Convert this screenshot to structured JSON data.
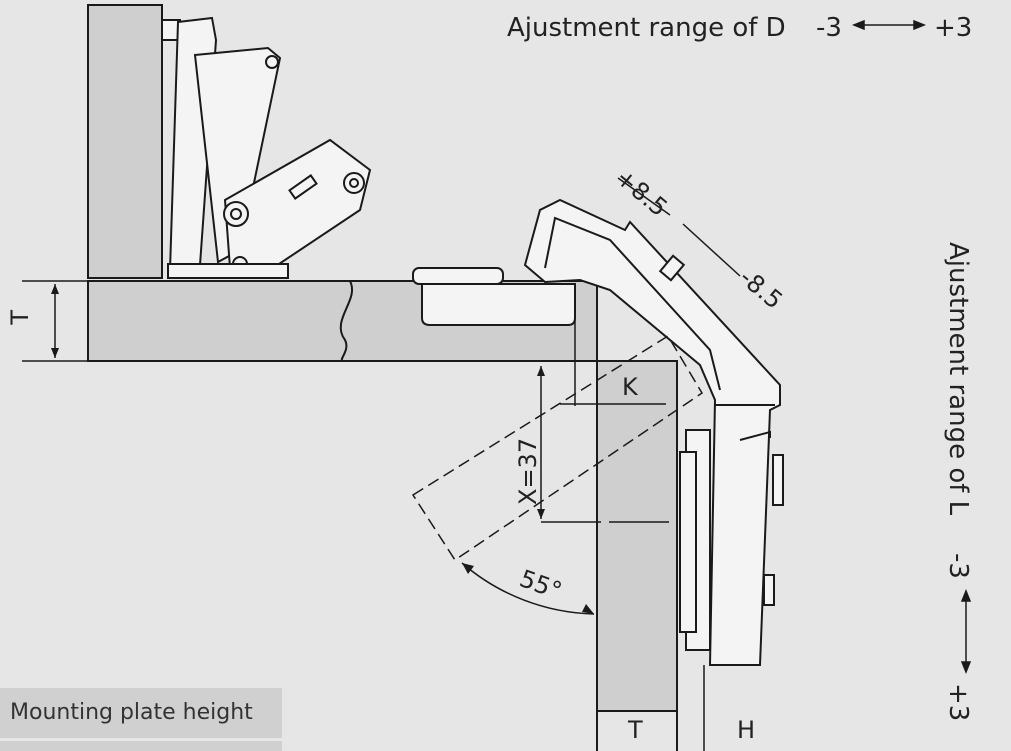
{
  "colors": {
    "background": "#e6e6e6",
    "panel": "#cfcfcf",
    "line": "#1a1a1a",
    "tab": "#d0d0d0"
  },
  "labels": {
    "adjust_d_text": "Ajustment range of D",
    "adjust_d_min": "-3",
    "adjust_d_max": "+3",
    "adjust_l_text": "Ajustment range of L",
    "adjust_l_min": "-3",
    "adjust_l_max": "+3",
    "depth_plus": "+8.5",
    "depth_minus": "-8.5",
    "thickness_side": "T",
    "thickness_bottom": "T",
    "h_label": "H",
    "k_label": "K",
    "x_label": "X=37",
    "angle": "55°"
  },
  "tab": {
    "label": "Mounting plate height"
  }
}
